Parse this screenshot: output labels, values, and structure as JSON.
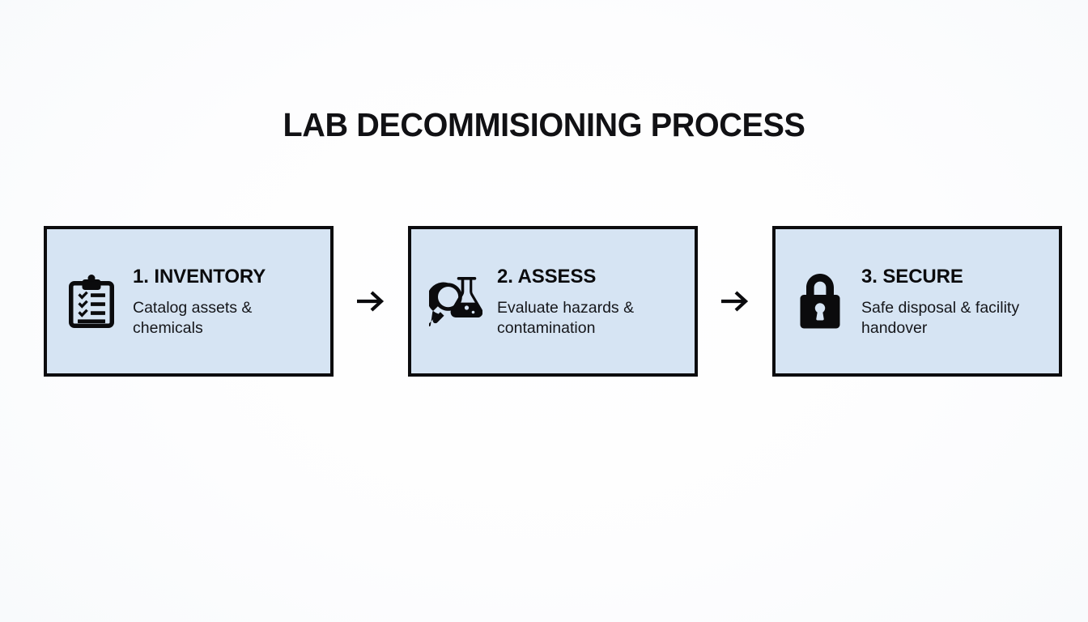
{
  "slide": {
    "title": "LAB DECOMMISIONING PROCESS",
    "background_color": "#fbfcfd",
    "accent_fill": "#d6e4f3",
    "border_color": "#0c0c0e",
    "text_color": "#0b0b0d"
  },
  "flow": {
    "connector_icon": "arrow-right-icon",
    "steps": [
      {
        "icon": "clipboard-checklist-icon",
        "title": "1. INVENTORY",
        "description": "Catalog assets & chemicals"
      },
      {
        "icon": "magnifier-flask-icon",
        "title": "2. ASSESS",
        "description": "Evaluate hazards & contamination"
      },
      {
        "icon": "padlock-icon",
        "title": "3. SECURE",
        "description": "Safe disposal & facility handover"
      }
    ]
  }
}
